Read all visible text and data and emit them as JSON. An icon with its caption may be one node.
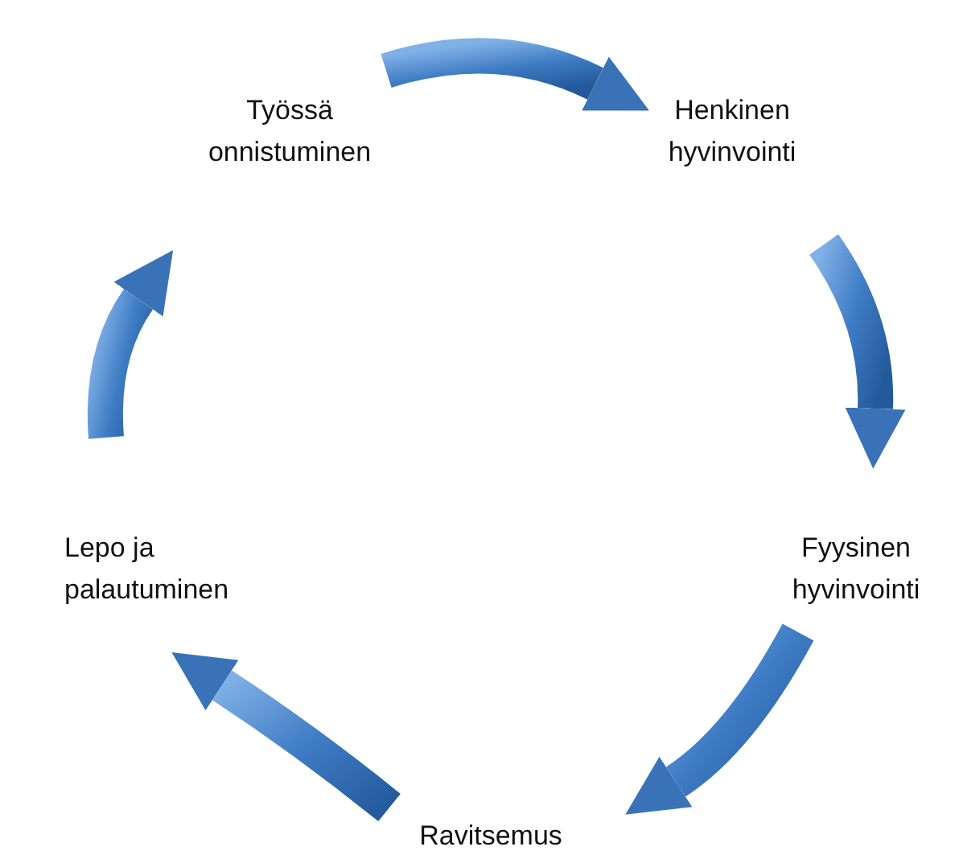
{
  "diagram": {
    "nodes": [
      {
        "text": [
          "Henkinen hyvinvointi"
        ]
      },
      {
        "text": [
          "Fyysinen hyvinvointi"
        ]
      },
      {
        "text": [
          "Ravitsemus"
        ]
      },
      {
        "text": [
          "Lepo ja palautuminen"
        ]
      },
      {
        "text": [
          "Työssä onnistuminen"
        ]
      }
    ],
    "edges": [
      {
        "from": 4,
        "to": 0,
        "arrow": "to"
      },
      {
        "from": 0,
        "to": 1,
        "arrow": "to"
      },
      {
        "from": 1,
        "to": 2,
        "arrow": "to"
      },
      {
        "from": 2,
        "to": 3,
        "arrow": "to"
      },
      {
        "from": 3,
        "to": 4,
        "arrow": "to"
      }
    ]
  }
}
